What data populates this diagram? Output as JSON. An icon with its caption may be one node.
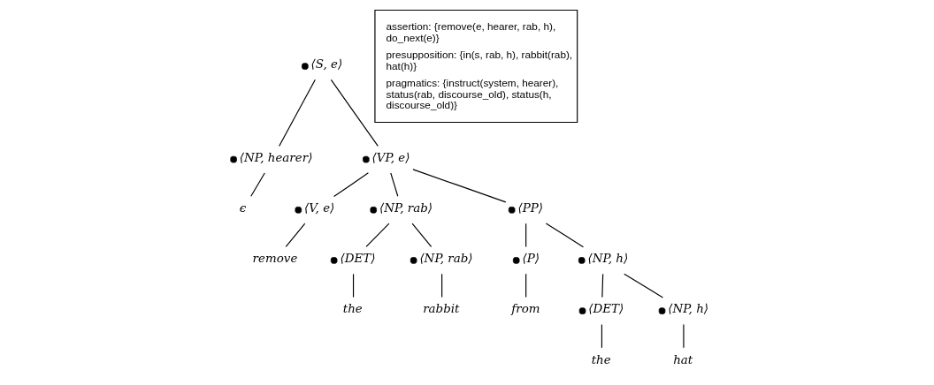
{
  "diagram": {
    "nodes": [
      {
        "text": [],
        "shape": "circle",
        "beside": [
          "⟨S, e⟩"
        ]
      },
      {
        "text": [],
        "shape": "circle",
        "beside": [
          "⟨NP, hearer⟩"
        ]
      },
      {
        "text": [],
        "shape": "circle",
        "beside": [
          "⟨VP, e⟩"
        ]
      },
      {
        "text": [
          "ϵ"
        ]
      },
      {
        "text": [],
        "shape": "circle",
        "beside": [
          "⟨V, e⟩"
        ]
      },
      {
        "text": [],
        "shape": "circle",
        "beside": [
          "⟨NP, rab⟩"
        ]
      },
      {
        "text": [],
        "shape": "circle",
        "beside": [
          "⟨PP⟩"
        ]
      },
      {
        "text": [
          "remove"
        ]
      },
      {
        "text": [],
        "shape": "circle",
        "beside": [
          "⟨DET⟩"
        ]
      },
      {
        "text": [],
        "shape": "circle",
        "beside": [
          "⟨NP, rab⟩"
        ]
      },
      {
        "text": [],
        "shape": "circle",
        "beside": [
          "⟨P⟩"
        ]
      },
      {
        "text": [],
        "shape": "circle",
        "beside": [
          "⟨NP, h⟩"
        ]
      },
      {
        "text": [
          "the"
        ]
      },
      {
        "text": [
          "rabbit"
        ]
      },
      {
        "text": [
          "from"
        ]
      },
      {
        "text": [],
        "shape": "circle",
        "beside": [
          "⟨DET⟩"
        ]
      },
      {
        "text": [],
        "shape": "circle",
        "beside": [
          "⟨NP, h⟩"
        ]
      },
      {
        "text": [
          "the"
        ]
      },
      {
        "text": [
          "hat"
        ]
      },
      {
        "text": [
          "assertion: {remove(e, hearer, rab, h), do_next(e)}",
          "presupposition: {in(s, rab, h), rabbit(rab), hat(h)}",
          "pragmatics: {instruct(system, hearer), status(rab, discourse_old), status(h, discourse_old)}"
        ]
      }
    ],
    "edges": [
      {
        "from": 0,
        "to": 1,
        "arrow": "none"
      },
      {
        "from": 0,
        "to": 2,
        "arrow": "none"
      },
      {
        "from": 1,
        "to": 3,
        "arrow": "none"
      },
      {
        "from": 2,
        "to": 4,
        "arrow": "none"
      },
      {
        "from": 2,
        "to": 5,
        "arrow": "none"
      },
      {
        "from": 2,
        "to": 6,
        "arrow": "none"
      },
      {
        "from": 4,
        "to": 7,
        "arrow": "none"
      },
      {
        "from": 5,
        "to": 8,
        "arrow": "none"
      },
      {
        "from": 5,
        "to": 9,
        "arrow": "none"
      },
      {
        "from": 6,
        "to": 10,
        "arrow": "none"
      },
      {
        "from": 6,
        "to": 11,
        "arrow": "none"
      },
      {
        "from": 8,
        "to": 12,
        "arrow": "none"
      },
      {
        "from": 9,
        "to": 13,
        "arrow": "none"
      },
      {
        "from": 10,
        "to": 14,
        "arrow": "none"
      },
      {
        "from": 11,
        "to": 15,
        "arrow": "none"
      },
      {
        "from": 11,
        "to": 16,
        "arrow": "none"
      },
      {
        "from": 15,
        "to": 17,
        "arrow": "none"
      },
      {
        "from": 16,
        "to": 18,
        "arrow": "none"
      }
    ]
  }
}
